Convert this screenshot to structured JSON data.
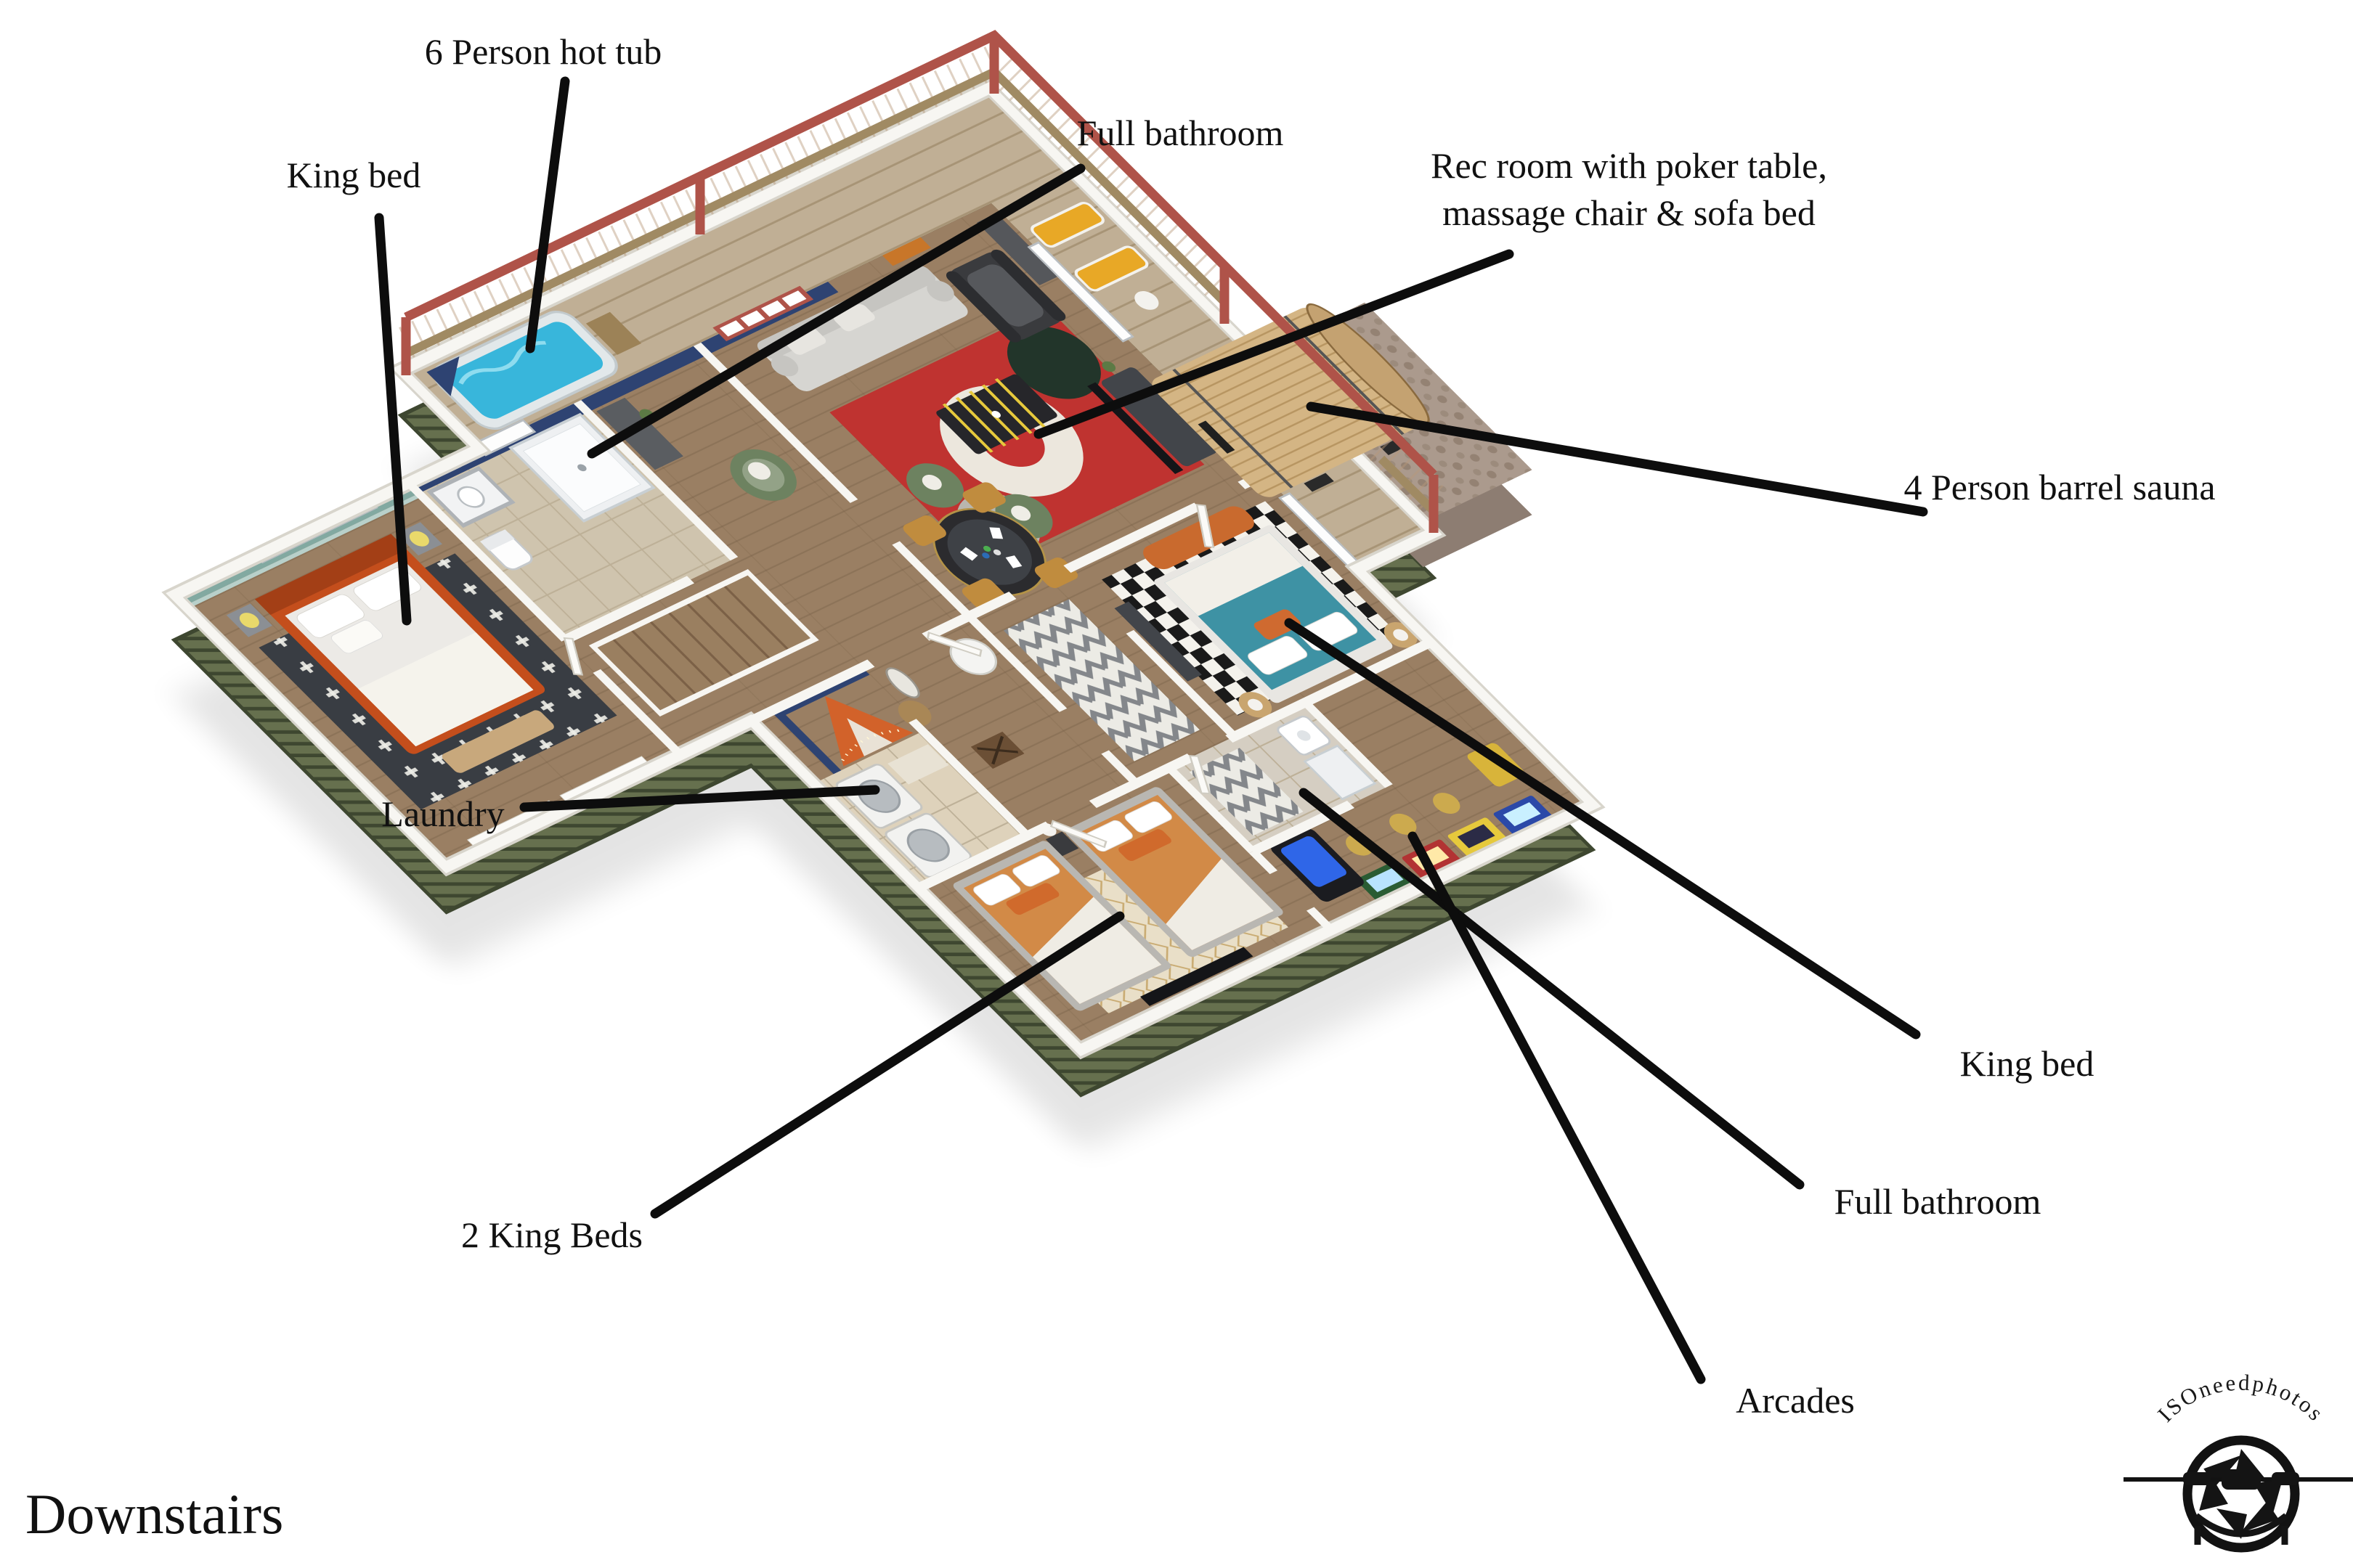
{
  "title": "Downstairs",
  "watermark": "ISOneedphotos",
  "labels": {
    "hot_tub": "6 Person hot tub",
    "full_bathroom_top": "Full bathroom",
    "king_bed_left": "King bed",
    "rec_room_line1": "Rec room with poker table,",
    "rec_room_line2": "massage chair & sofa bed",
    "sauna": "4 Person barrel sauna",
    "laundry": "Laundry",
    "king_bed_right": "King bed",
    "full_bathroom_right": "Full bathroom",
    "two_king_beds": "2 King Beds",
    "arcades": "Arcades"
  },
  "palette": {
    "line": "#0d0d0d",
    "wall": "#f7f6f2",
    "wall_edge": "#d8d5cc",
    "siding": "#66704e",
    "deck": "#c0af95",
    "wood_floor": "#9a7f63",
    "tile": "#ded2bb",
    "navy": "#2e4372",
    "mural_teal": "#82a9a1",
    "railing_red": "#af5349",
    "rail_wood": "#a08a63",
    "water_blue": "#38b6db",
    "bed_orange": "#c44e1c",
    "bed_teal": "#3e92a4",
    "bed_orange_light": "#d28a47",
    "sofa_gray": "#d6d5d1",
    "chair_green": "#6d8260",
    "rug_red": "#bf3330",
    "rug_dark": "#393d43",
    "rug_cream": "#e9dfc8",
    "sauna_wood": "#d4b584",
    "pebble": "#ab9a8d",
    "arcade_green": "#2a5c33",
    "arcade_red": "#b23333",
    "arcade_yellow": "#e6c93c",
    "arcade_blue": "#2b49a8",
    "stool_yellow": "#ccaa4e",
    "massage_gray": "#3a3b3e",
    "tv_black": "#141518",
    "washer_white": "#f2f2f0",
    "poker_felt": "#3e4146"
  }
}
